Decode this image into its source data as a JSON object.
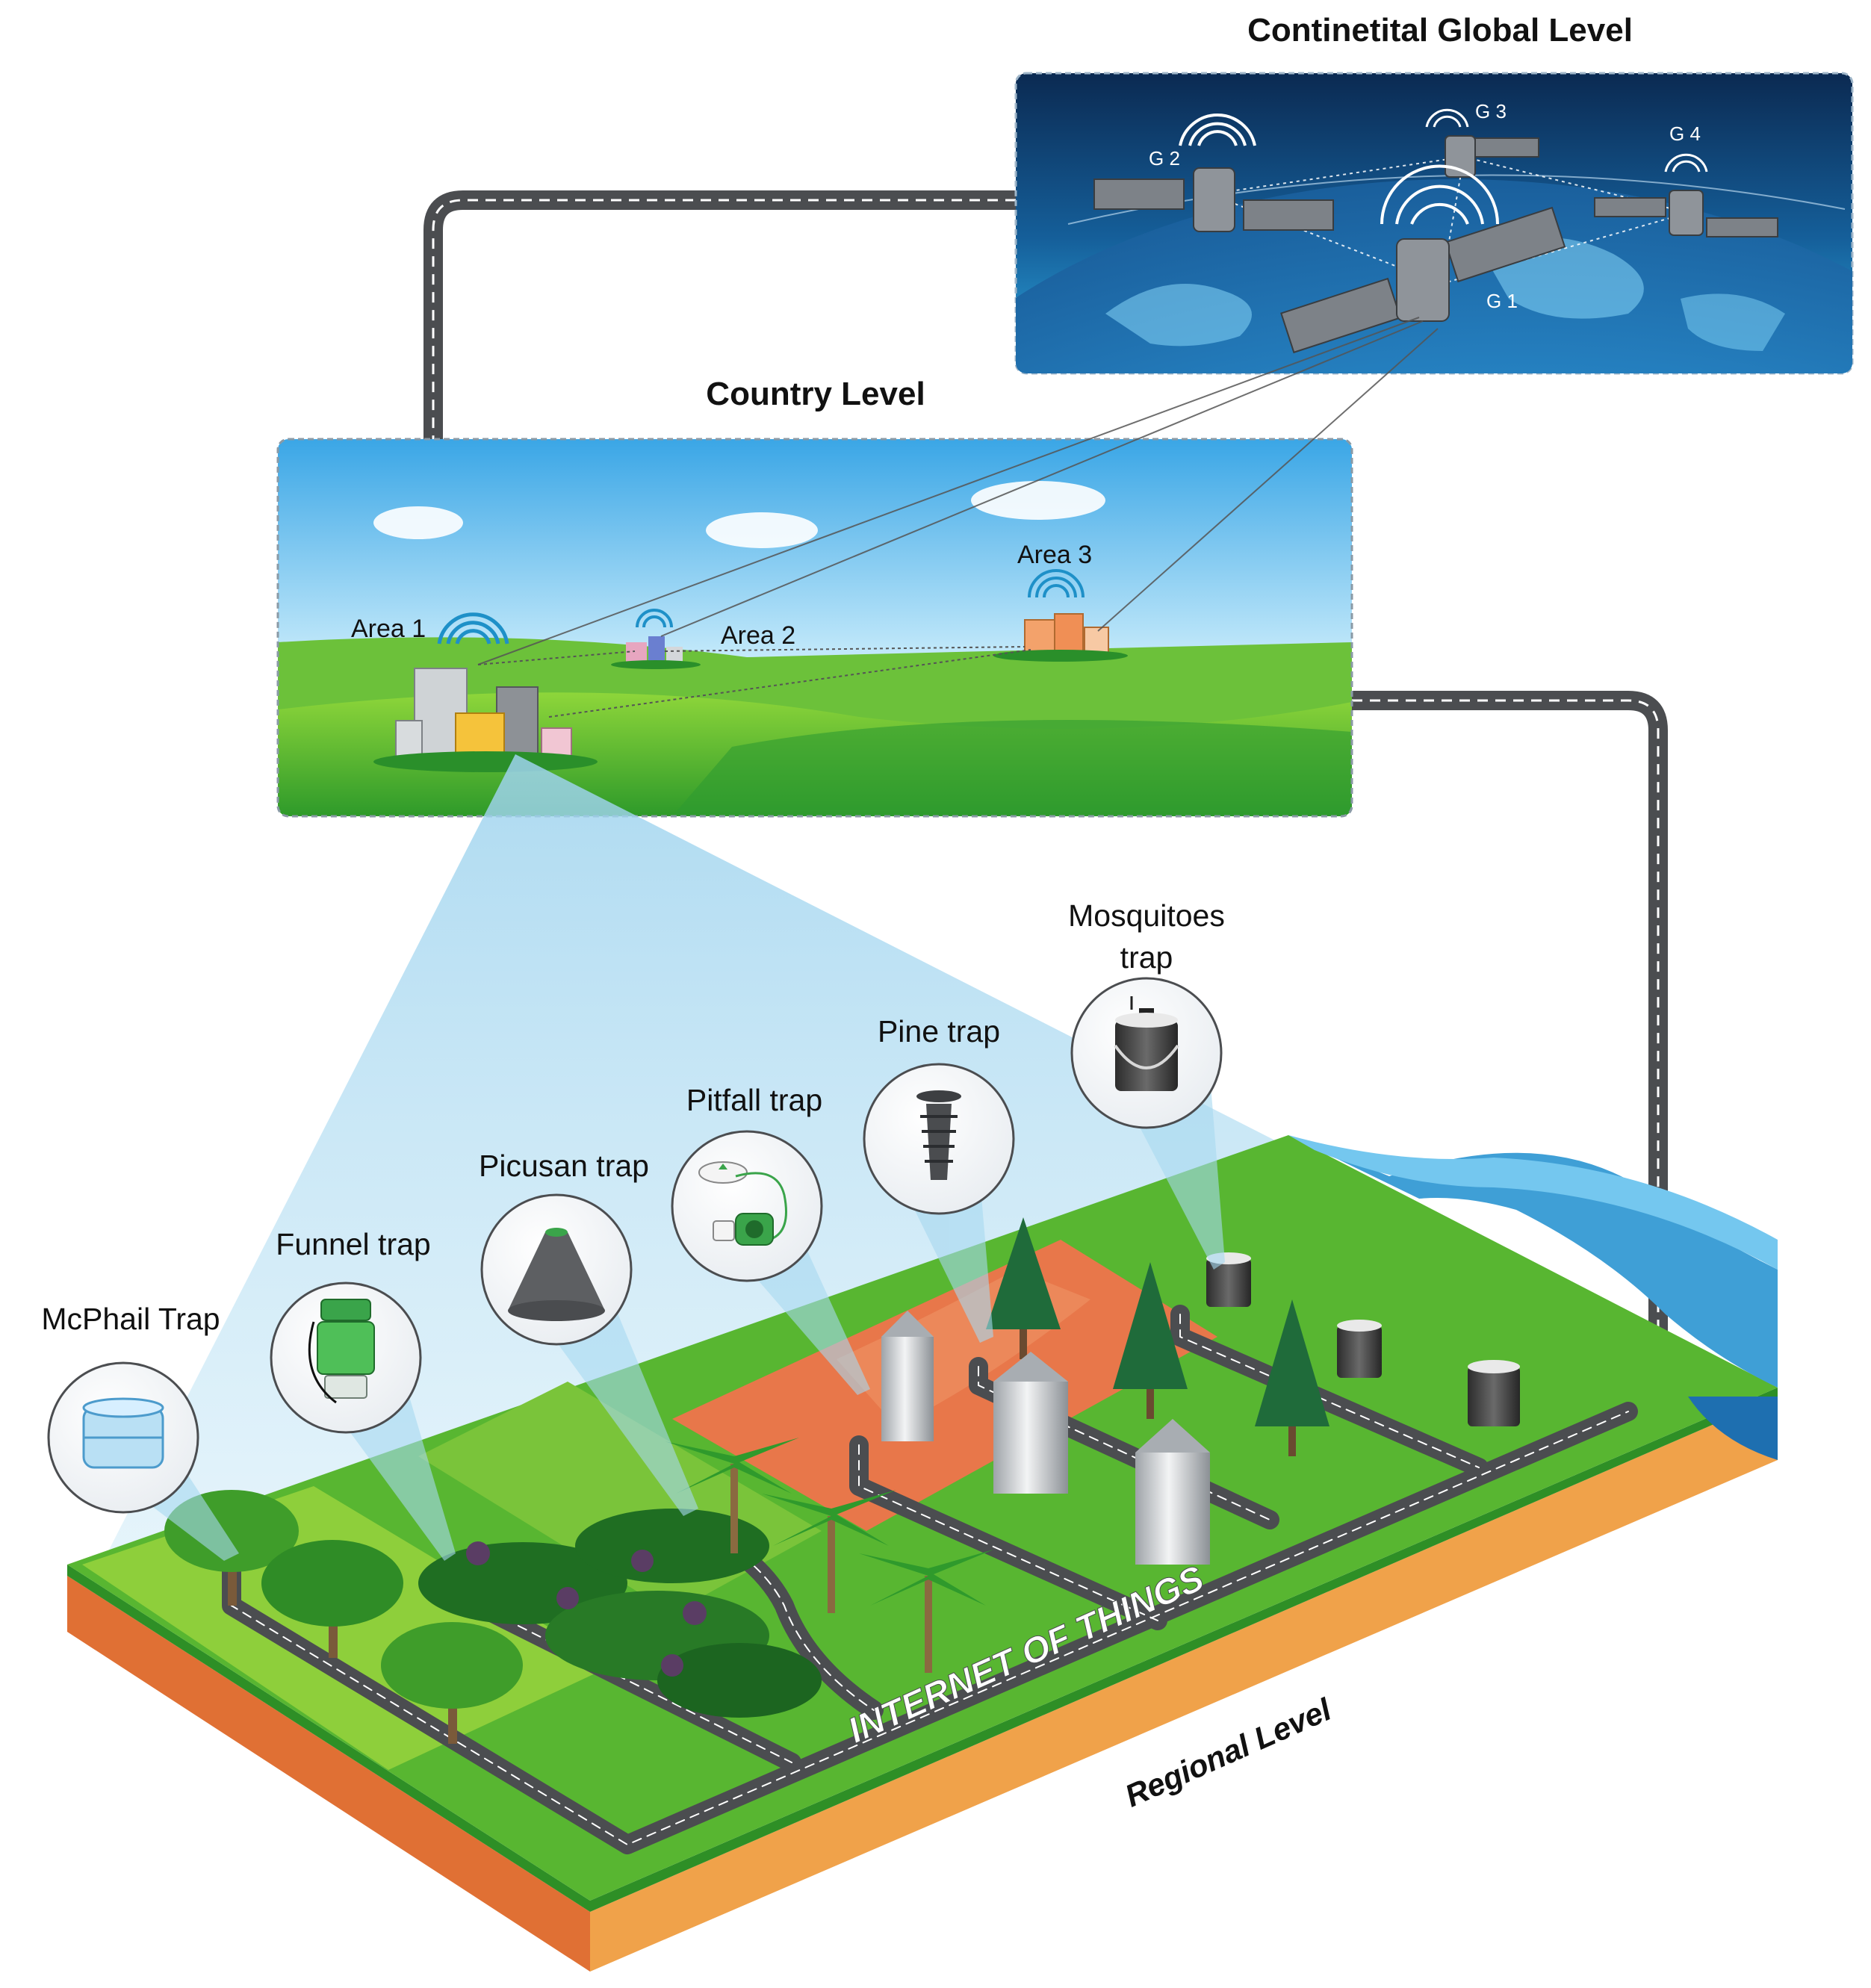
{
  "levels": {
    "global": "Continetital Global Level",
    "country": "Country Level",
    "regional": "Regional Level"
  },
  "satellites": [
    "G 1",
    "G 2",
    "G 3",
    "G 4"
  ],
  "areas": [
    "Area 1",
    "Area 2",
    "Area 3"
  ],
  "traps": {
    "mcphail": "McPhail Trap",
    "funnel": "Funnel trap",
    "picusan": "Picusan trap",
    "pitfall": "Pitfall trap",
    "pine": "Pine trap",
    "mosquitoes_line1": "Mosquitoes",
    "mosquitoes_line2": "trap"
  },
  "iot_label": "INTERNET OF THINGS",
  "colors": {
    "road": "#4b4d50",
    "grass": "#5cb833",
    "soil": "#e3753d",
    "water": "#3f9fd6",
    "sky": "#7fc8ef",
    "space": "#0e3a66"
  }
}
